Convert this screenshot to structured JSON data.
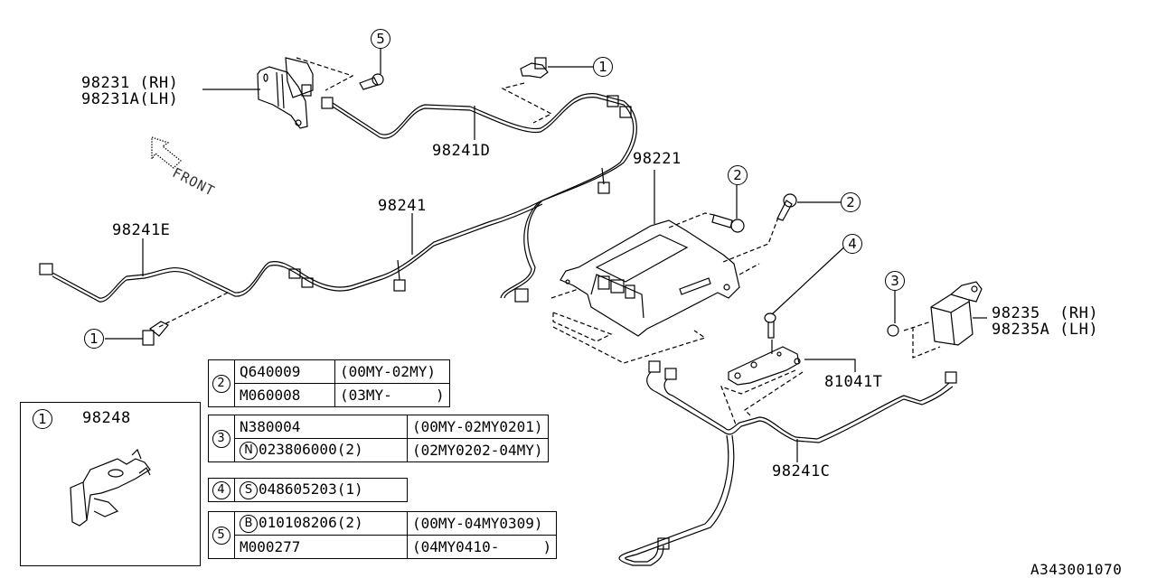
{
  "diagram": {
    "title_code": "A343001070",
    "front_label": "FRONT",
    "parts": [
      {
        "id": "98231",
        "lines": [
          "98231 (RH)",
          "98231A(LH)"
        ]
      },
      {
        "id": "98241D",
        "lines": [
          "98241D"
        ]
      },
      {
        "id": "98221",
        "lines": [
          "98221"
        ]
      },
      {
        "id": "98241E",
        "lines": [
          "98241E"
        ]
      },
      {
        "id": "98241",
        "lines": [
          "98241"
        ]
      },
      {
        "id": "98235",
        "lines": [
          "98235  (RH)",
          "98235A (LH)"
        ]
      },
      {
        "id": "81041T",
        "lines": [
          "81041T"
        ]
      },
      {
        "id": "98241C",
        "lines": [
          "98241C"
        ]
      }
    ],
    "callouts": {
      "c5_top": "5",
      "c1_top": "1",
      "c2_a": "2",
      "c2_b": "2",
      "c4": "4",
      "c3": "3",
      "c1_left": "1"
    },
    "inset": {
      "callout": "1",
      "part": "98248"
    },
    "tables": {
      "t2": {
        "callout": "2",
        "rows": [
          {
            "part": "Q640009",
            "prefix": "",
            "range": "(00MY-02MY)"
          },
          {
            "part": "M060008",
            "prefix": "",
            "range": "(03MY-     )"
          }
        ]
      },
      "t3": {
        "callout": "3",
        "rows": [
          {
            "part": "N380004",
            "prefix": "",
            "range": "(00MY-02MY0201)"
          },
          {
            "part": "023806000(2)",
            "prefix": "N",
            "range": "(02MY0202-04MY)"
          }
        ]
      },
      "t4": {
        "callout": "4",
        "rows": [
          {
            "part": "048605203(1)",
            "prefix": "S"
          }
        ]
      },
      "t5": {
        "callout": "5",
        "rows": [
          {
            "part": "010108206(2)",
            "prefix": "B",
            "range": "(00MY-04MY0309)"
          },
          {
            "part": "M000277",
            "prefix": "",
            "range": "(04MY0410-     )"
          }
        ]
      }
    }
  }
}
